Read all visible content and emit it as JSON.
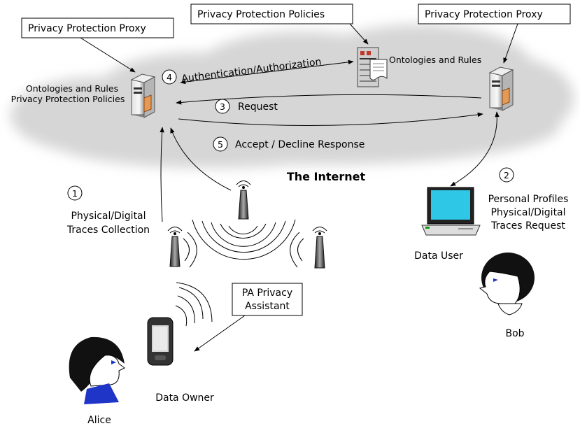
{
  "diagram": {
    "internet_label": "The Internet",
    "proxy_left": {
      "title": "Privacy Protection Proxy",
      "line1": "Ontologies and Rules",
      "line2": "Privacy Protection Policies"
    },
    "proxy_right": {
      "title": "Privacy Protection Proxy"
    },
    "policies_server": {
      "title": "Privacy Protection Policies",
      "label": "Ontologies and Rules"
    },
    "steps": [
      {
        "num": "1",
        "label_line1": "Physical/Digital",
        "label_line2": "Traces Collection"
      },
      {
        "num": "2",
        "label_line1": "Personal Profiles",
        "label_line2": "Physical/Digital",
        "label_line3": "Traces Request"
      },
      {
        "num": "3",
        "label": "Request"
      },
      {
        "num": "4",
        "label": "Authentication/Authorization"
      },
      {
        "num": "5",
        "label": "Accept / Decline Response"
      }
    ],
    "assistant": {
      "line1": "PA Privacy",
      "line2": "Assistant"
    },
    "data_user": "Data User",
    "bob": "Bob",
    "data_owner": "Data Owner",
    "alice": "Alice"
  },
  "colors": {
    "cloud": "#d9d9d9",
    "screen": "#2ec7e6",
    "face_eye": "#1f35c8",
    "shirt": "#1f35c8"
  }
}
